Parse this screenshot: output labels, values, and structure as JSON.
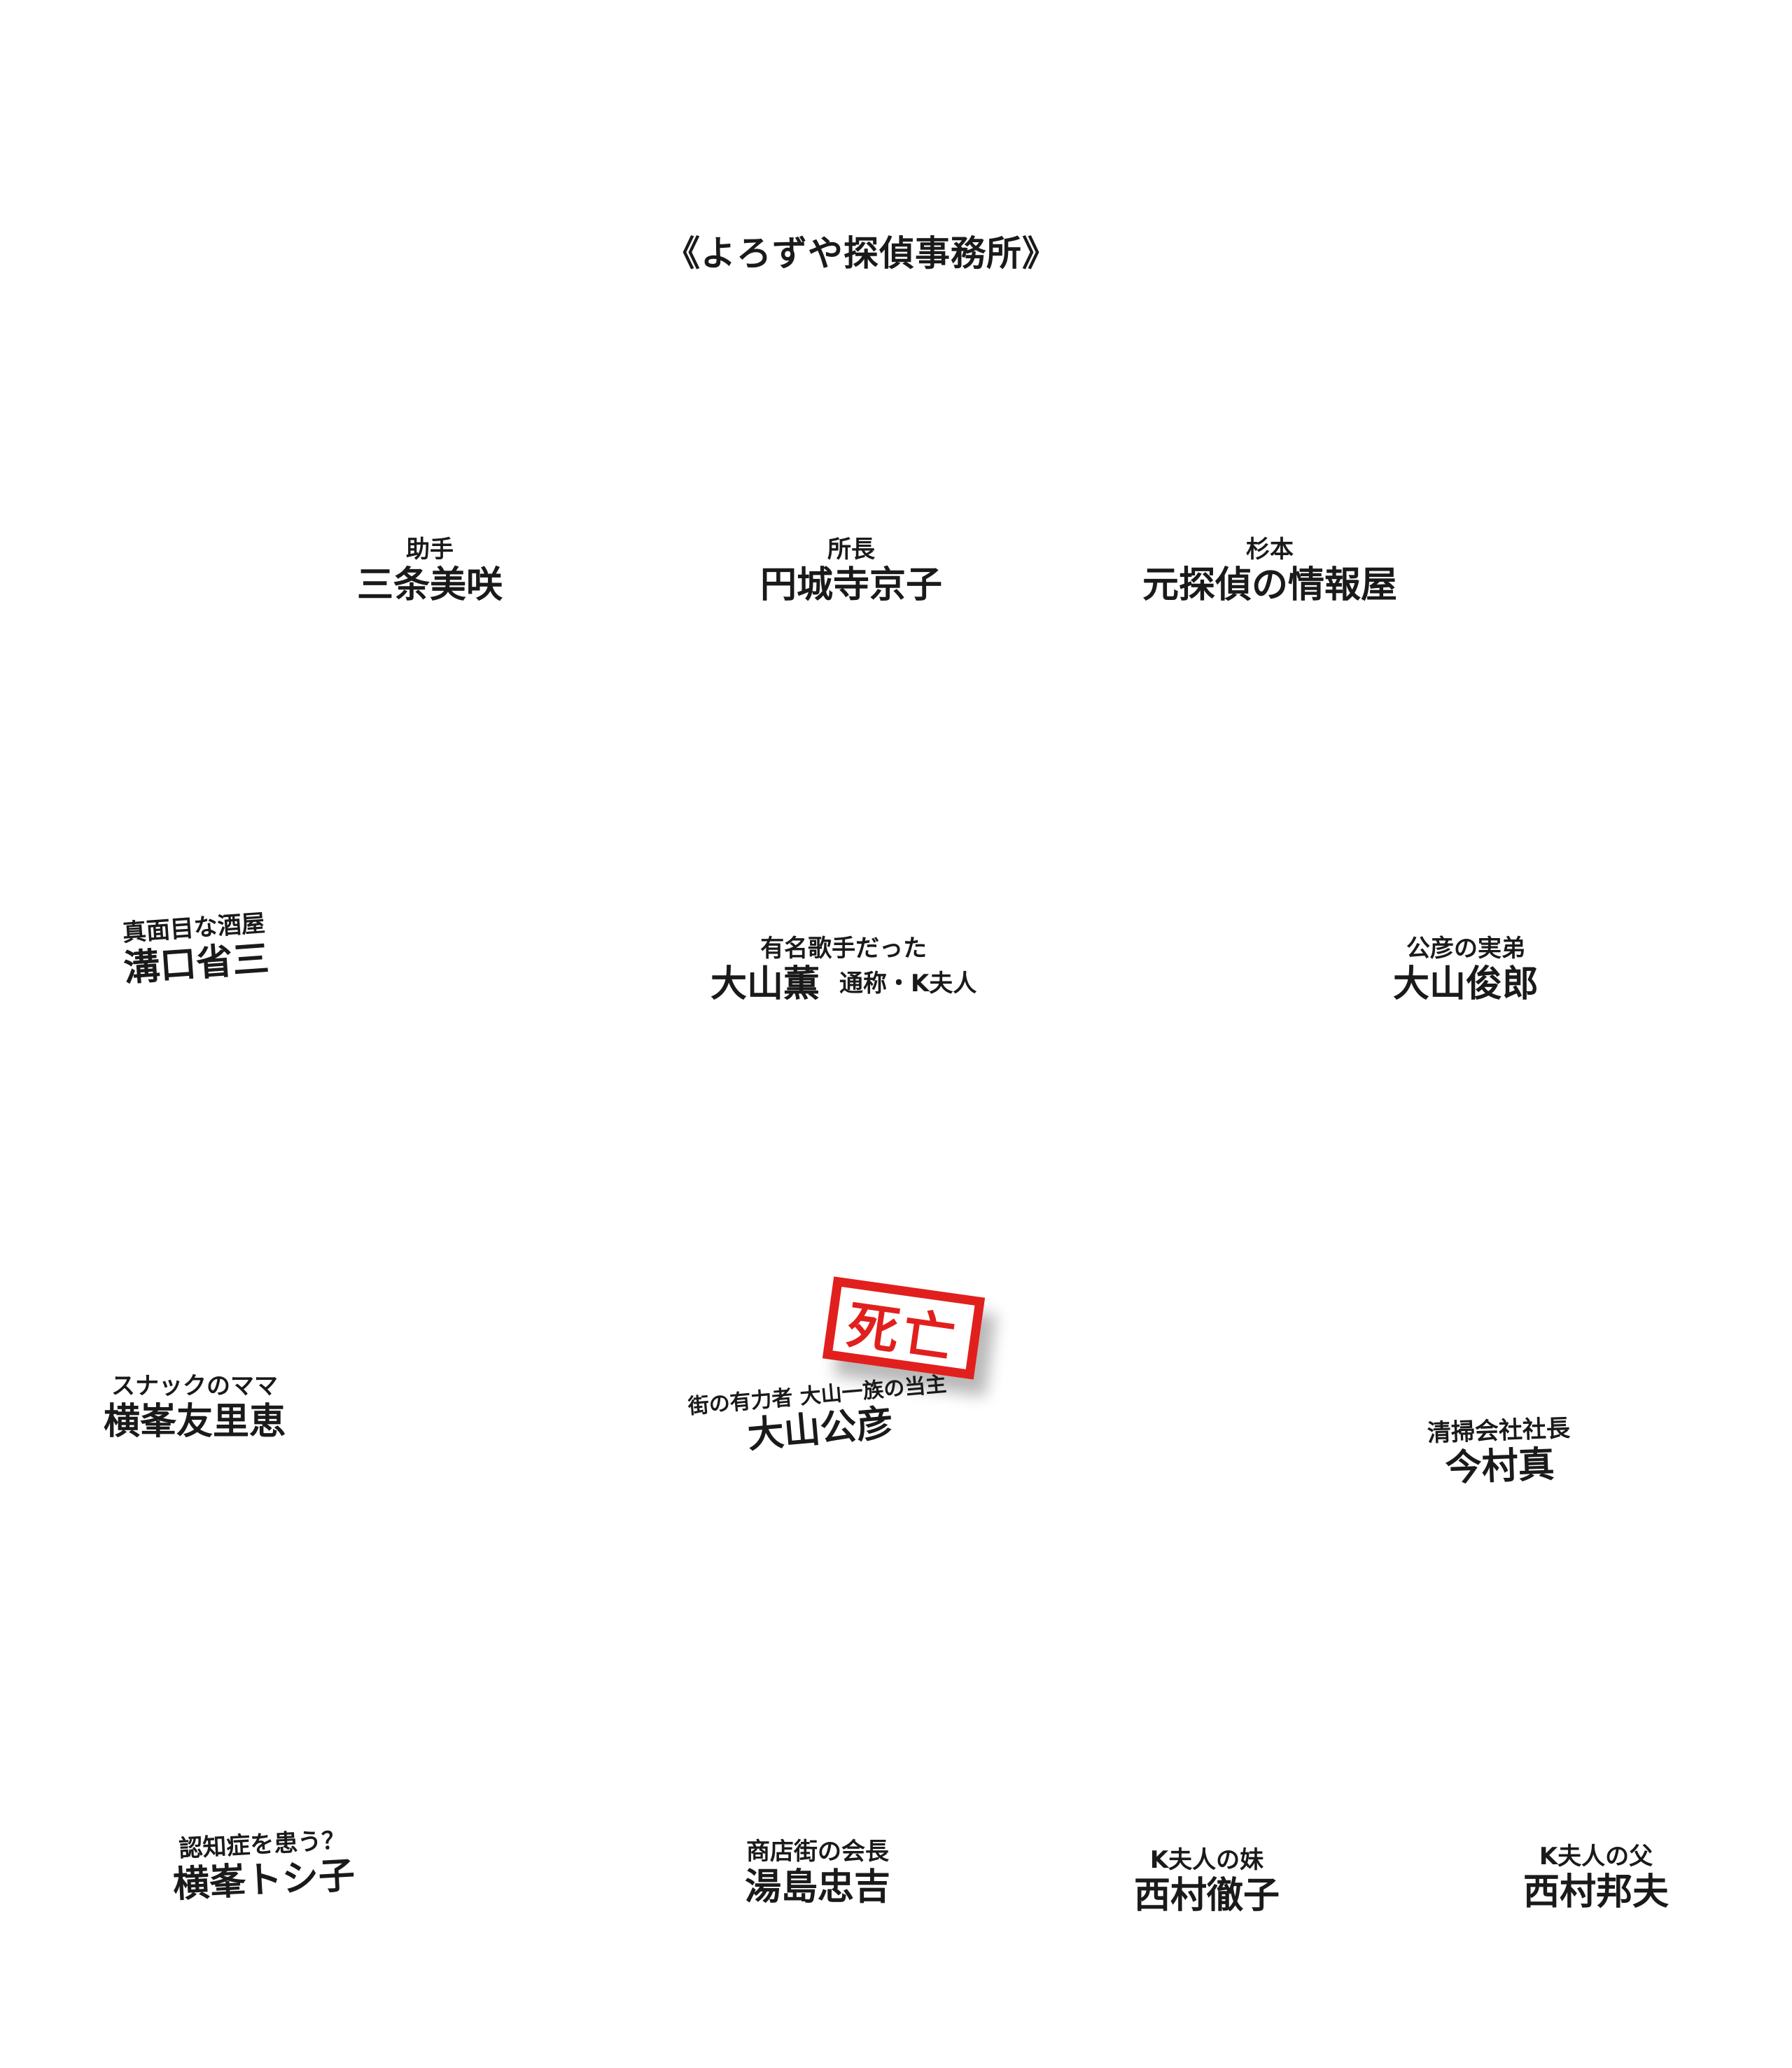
{
  "agency": {
    "title": "《よろずや探偵事務所》"
  },
  "people": {
    "misaki": {
      "role": "助手",
      "name": "三条美咲"
    },
    "kyoko": {
      "role": "所長",
      "name": "円城寺京子"
    },
    "sugimoto": {
      "role": "杉本",
      "name": "元探偵の情報屋"
    },
    "shozo": {
      "role": "真面目な酒屋",
      "name": "溝口省三"
    },
    "kaoru": {
      "role": "有名歌手だった",
      "name": "大山薫",
      "alias": "通称・K夫人"
    },
    "toshiro": {
      "role": "公彦の実弟",
      "name": "大山俊郎"
    },
    "yurie": {
      "role": "スナックのママ",
      "name": "横峯友里恵"
    },
    "kimihiko": {
      "role": "街の有力者 大山一族の当主",
      "name": "大山公彦",
      "status": "死亡"
    },
    "makoto": {
      "role": "清掃会社社長",
      "name": "今村真"
    },
    "toshiko": {
      "role": "認知症を患う？",
      "name": "横峯トシ子"
    },
    "tadayoshi": {
      "role": "商店街の会長",
      "name": "湯島忠吉"
    },
    "tetsuko": {
      "role": "K夫人の妹",
      "name": "西村徹子"
    },
    "kunio": {
      "role": "K夫人の父",
      "name": "西村邦夫"
    }
  },
  "colors": {
    "stamp": "#e1201e",
    "text": "#1a1a1a"
  }
}
